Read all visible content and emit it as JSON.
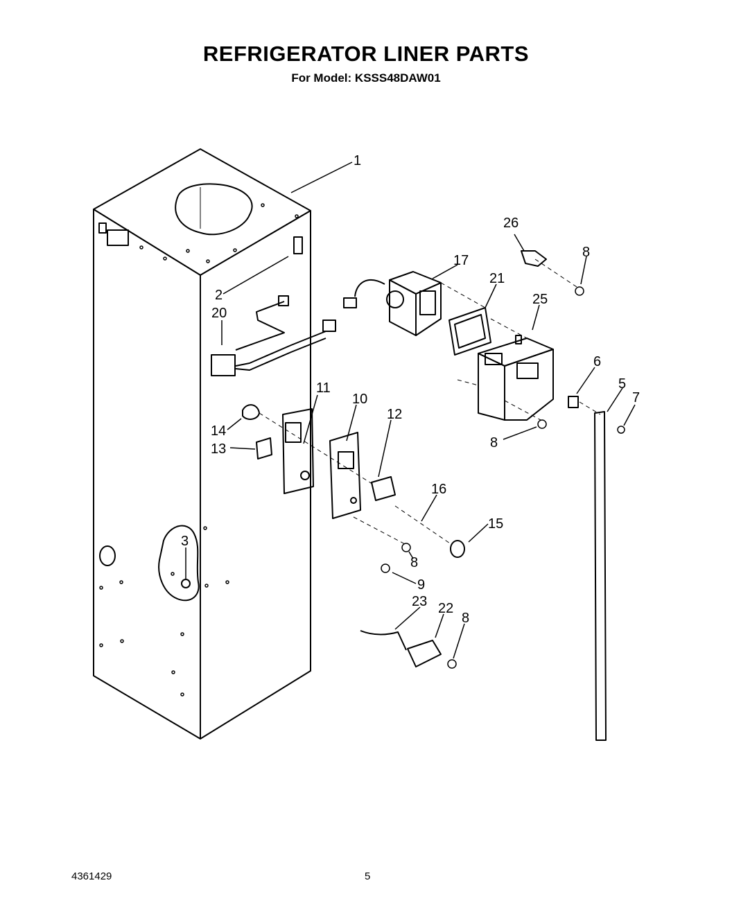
{
  "header": {
    "title": "REFRIGERATOR LINER PARTS",
    "subtitle": "For Model: KSSS48DAW01"
  },
  "footer": {
    "document_number": "4361429",
    "page_number": "5"
  },
  "callouts": {
    "c1": "1",
    "c2": "2",
    "c3": "3",
    "c5": "5",
    "c6": "6",
    "c7": "7",
    "c8a": "8",
    "c8b": "8",
    "c8c": "8",
    "c8d": "8",
    "c9": "9",
    "c10": "10",
    "c11": "11",
    "c12": "12",
    "c13": "13",
    "c14": "14",
    "c15": "15",
    "c16": "16",
    "c17": "17",
    "c20": "20",
    "c21": "21",
    "c22": "22",
    "c23": "23",
    "c25": "25",
    "c26": "26"
  }
}
